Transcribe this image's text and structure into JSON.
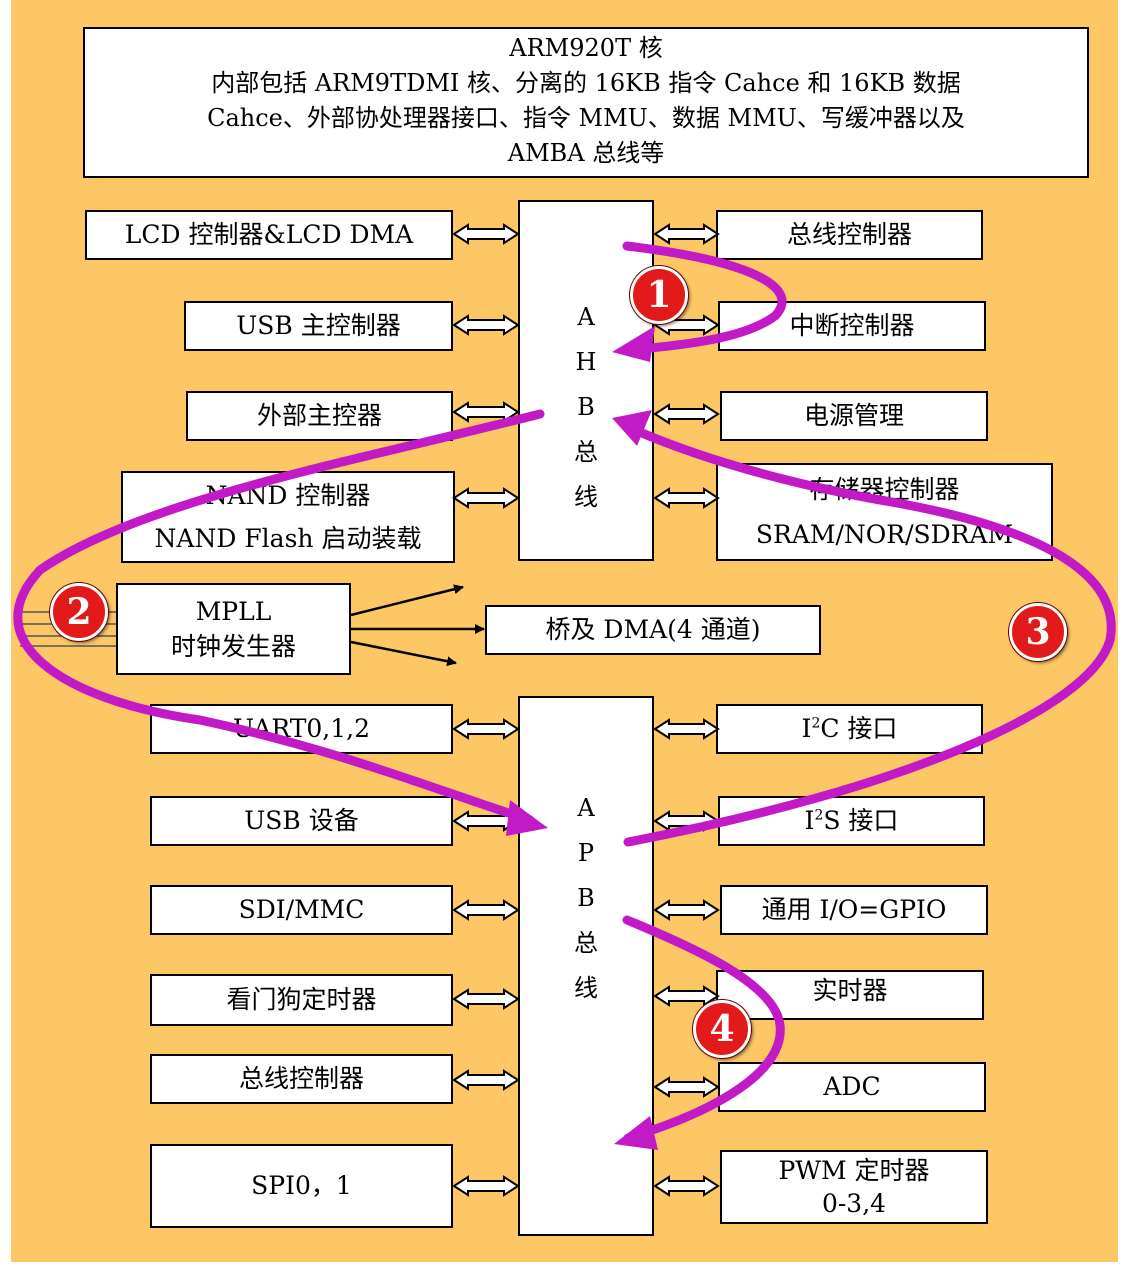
{
  "core": {
    "line1": "ARM920T 核",
    "line2": "内部包括 ARM9TDMI 核、分离的 16KB 指令 Cahce 和 16KB 数据",
    "line3": "Cahce、外部协处理器接口、指令 MMU、数据 MMU、写缓冲器以及",
    "line4": "AMBA 总线等"
  },
  "ahb_bus": {
    "chars": [
      "A",
      "H",
      "B",
      "总",
      "线"
    ]
  },
  "apb_bus": {
    "chars": [
      "A",
      "P",
      "B",
      "总",
      "线"
    ]
  },
  "ahb_left": [
    "LCD 控制器&LCD DMA",
    "USB 主控制器",
    "外部主控器",
    "NAND 控制器",
    "NAND Flash 启动装载"
  ],
  "ahb_right": [
    "总线控制器",
    "中断控制器",
    "电源管理",
    "存储器控制器",
    "SRAM/NOR/SDRAM"
  ],
  "clock": {
    "line1": "MPLL",
    "line2": "时钟发生器"
  },
  "bridge": "桥及 DMA(4 通道)",
  "apb_left": [
    "UART0,1,2",
    "USB 设备",
    "SDI/MMC",
    "看门狗定时器",
    "总线控制器",
    "SPI0，1"
  ],
  "apb_right": {
    "i2c": {
      "pre": "I",
      "sup": "2",
      "post": "C 接口"
    },
    "i2s": {
      "pre": "I",
      "sup": "2",
      "post": "S 接口"
    },
    "gpio": "通用 I/O=GPIO",
    "rtc": "实时器",
    "adc": "ADC",
    "pwm_line1": "PWM 定时器",
    "pwm_line2": "0-3,4"
  },
  "badges": [
    "1",
    "2",
    "3",
    "4"
  ],
  "colors": {
    "background": "#fdc766",
    "flow_arrow": "#c31ac8",
    "badge": "#e31a1a"
  }
}
